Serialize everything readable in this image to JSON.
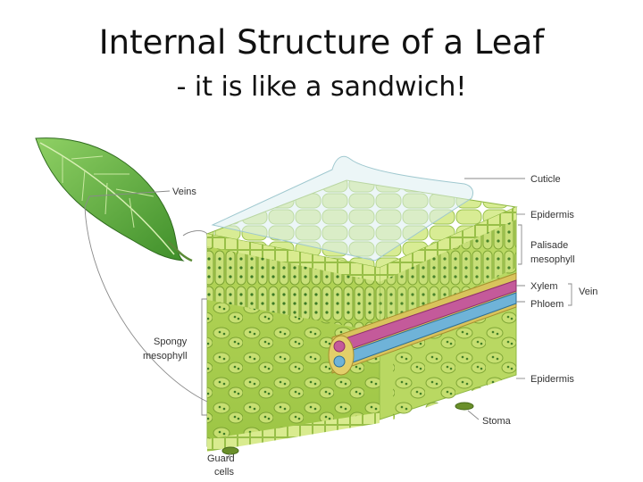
{
  "title": "Internal Structure of a Leaf",
  "subtitle": "- it is like a sandwich!",
  "labels": {
    "veins": "Veins",
    "cuticle": "Cuticle",
    "epidermis_top": "Epidermis",
    "palisade_1": "Palisade",
    "palisade_2": "mesophyll",
    "xylem": "Xylem",
    "vein": "Vein",
    "phloem": "Phloem",
    "spongy_1": "Spongy",
    "spongy_2": "mesophyll",
    "epidermis_bottom": "Epidermis",
    "stoma": "Stoma",
    "guard_1": "Guard",
    "guard_2": "cells"
  },
  "colors": {
    "leaf_green": "#5fae3c",
    "cell_green": "#a9cf4f",
    "cell_light": "#d6e98a",
    "xylem_pink": "#c45a9a",
    "phloem_blue": "#6fb3d8",
    "cuticle_clear": "#dceef0"
  }
}
